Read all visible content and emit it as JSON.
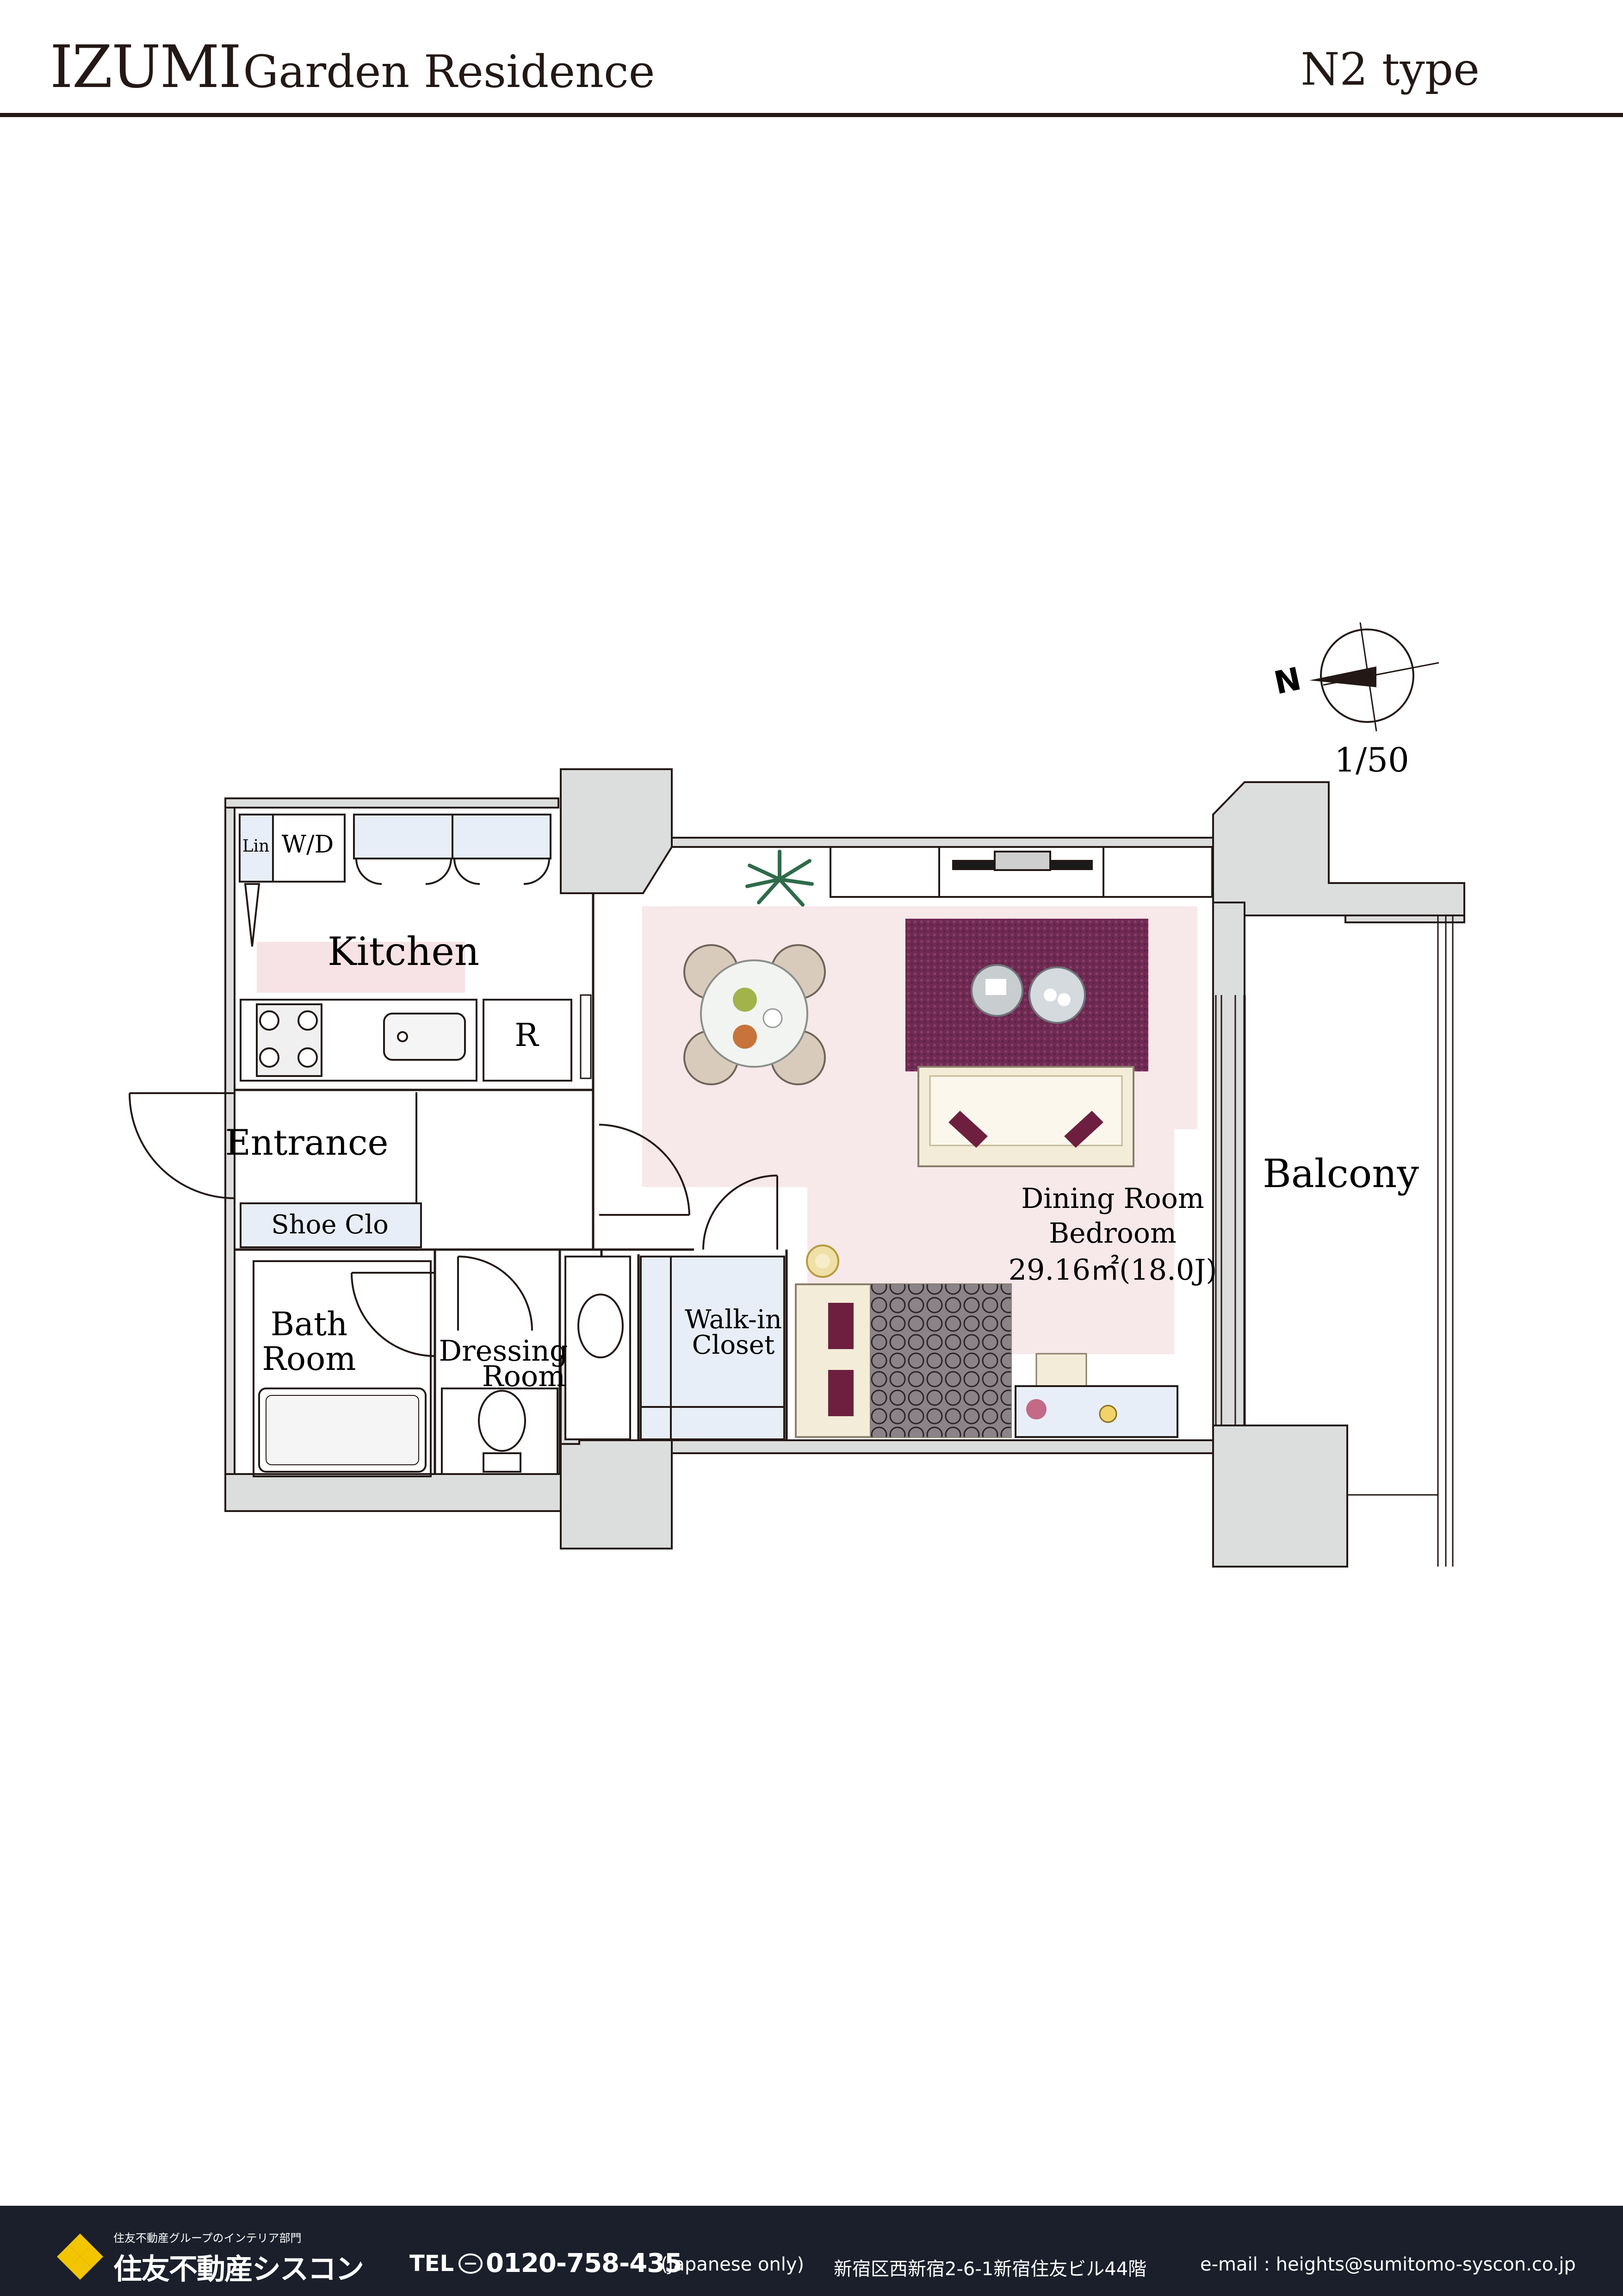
{
  "header": {
    "title_main": "IZUMI",
    "title_sub": "Garden Residence",
    "unit_type": "N2 type"
  },
  "compass": {
    "north_label": "N",
    "scale": "1/50"
  },
  "rooms": {
    "lin": "Lin",
    "wd": "W/D",
    "kitchen": "Kitchen",
    "fridge": "R",
    "entrance": "Entrance",
    "shoe_closet": "Shoe Clo",
    "bath_line1": "Bath",
    "bath_line2": "Room",
    "dressing_line1": "Dressing",
    "dressing_line2": "Room",
    "walkin_line1": "Walk-in",
    "walkin_line2": "Closet",
    "dining_line1": "Dining Room",
    "dining_line2": "Bedroom",
    "dining_area": "29.16㎡(18.0J)",
    "balcony": "Balcony"
  },
  "colors": {
    "wall": "#dcdddd",
    "floor_accent": "#f7e8ea",
    "storage": "#e8eef7",
    "rug": "#6e2a52",
    "text": "#231815",
    "footer_bg": "#1a1f2b",
    "logo_yellow": "#f2c500"
  },
  "footer": {
    "company_sub": "住友不動産グループのインテリア部門",
    "company_name": "住友不動産シスコン",
    "tel_label": "TEL",
    "tel_number": "0120-758-435",
    "tel_note": "(Japanese only)",
    "address": "新宿区西新宿2-6-1新宿住友ビル44階",
    "email": "e-mail : heights@sumitomo-syscon.co.jp"
  }
}
